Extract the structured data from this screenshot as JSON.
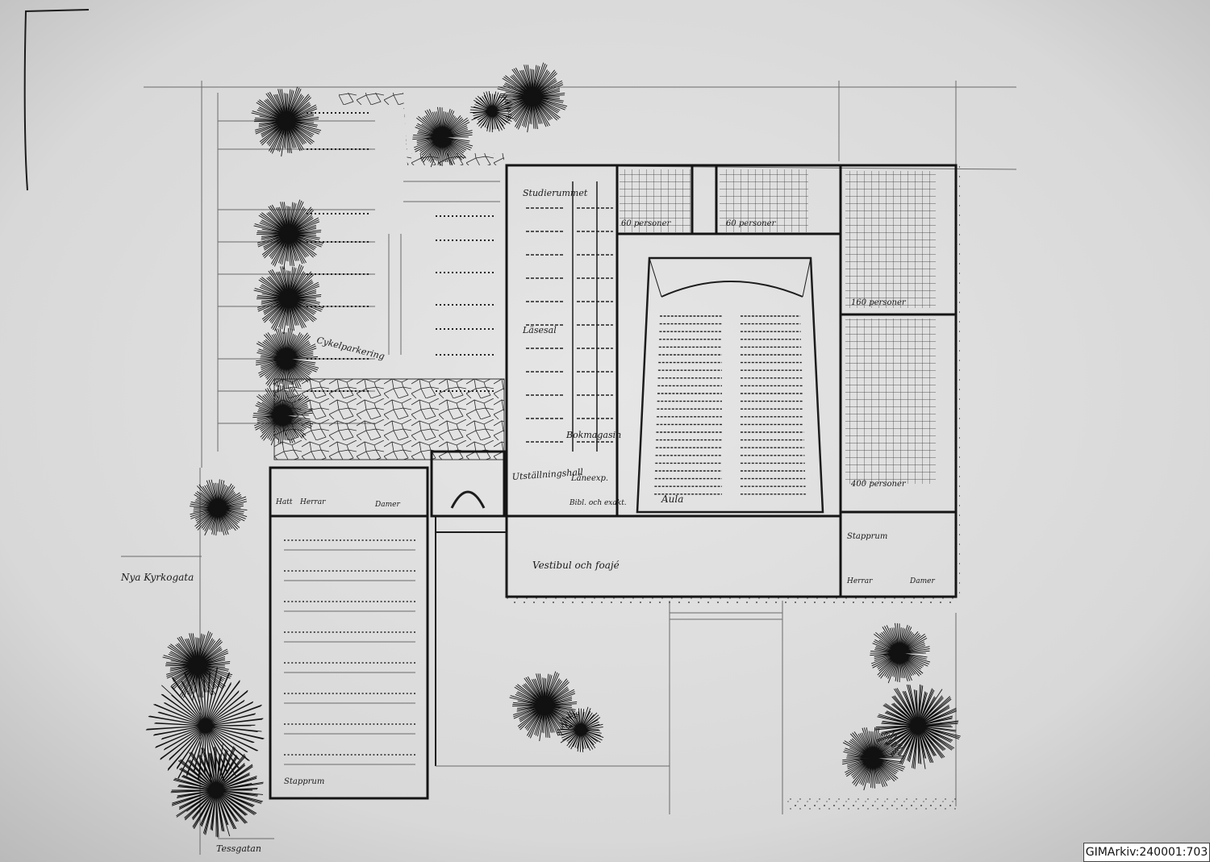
{
  "plan": {
    "rooms": {
      "top_left_room": "Studierummet",
      "small_room_a": "60 personer",
      "small_room_b": "60 personer",
      "side_room_upper": "160 personer",
      "side_room_lower": "400 personer",
      "reading_room": "Läsesal",
      "book_storage": "Bokmagasin",
      "exhibition_hall": "Utställningshall",
      "lending": "Låneexp.",
      "catalogue": "Bibl. och exakt.",
      "auditorium": "Aula",
      "hats_cloak": "Hatt",
      "gentlemen_wc": "Herrar",
      "ladies_wc": "Damer",
      "stairs_right": "Stapprum",
      "gentlemen_right": "Herrar",
      "ladies_right": "Damer",
      "vestibule": "Vestibul och foajé",
      "parking": "Cykelparkering",
      "stairs_bottom": "Stapprum"
    },
    "streets": {
      "left_street": "Nya Kyrkogata",
      "bottom_street": "Tessgatan"
    }
  },
  "archive_label": "GIMArkiv:240001:703"
}
